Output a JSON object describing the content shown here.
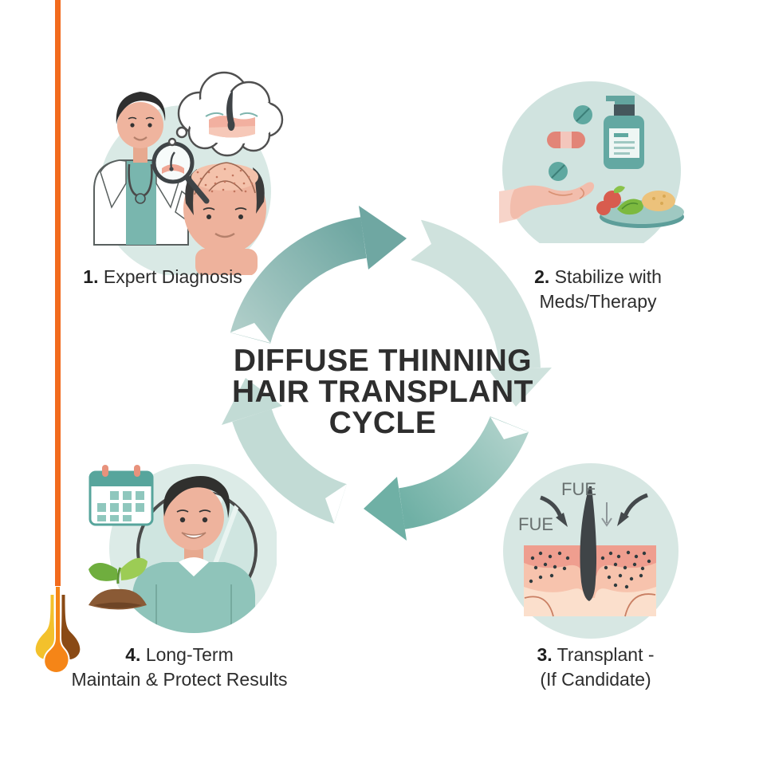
{
  "page": {
    "background": "#ffffff"
  },
  "accent": {
    "line_color": "#f26b1d"
  },
  "logo": {
    "name": "hair-follicle-logo",
    "yellow": "#f3c12c",
    "brown": "#8a4a15",
    "orange": "#f58517"
  },
  "cycle": {
    "title_lines": [
      "DIFFUSE THINNING",
      "HAIR TRANSPLANT",
      "CYCLE"
    ],
    "direction": "clockwise",
    "arc_colors": {
      "top_left": "#76aca6",
      "right": "#cfe2dd",
      "bottom": "#79b2a8",
      "left": "#c2dbd5"
    }
  },
  "steps": [
    {
      "number": "1.",
      "lines": [
        "Expert Diagnosis"
      ],
      "illustration": "doctor-examining-scalp-with-magnifier-and-follicle-thought-bubble"
    },
    {
      "number": "2.",
      "lines": [
        "Stabilize with",
        "Meds/Therapy"
      ],
      "illustration": "hand-with-pills-medicine-bottle-and-healthy-food-plate"
    },
    {
      "number": "3.",
      "lines": [
        "Transplant -",
        "(If Candidate)"
      ],
      "illustration": "skin-cross-section-hair-follicle-fue-extraction-arrows"
    },
    {
      "number": "4.",
      "lines": [
        "Long-Term",
        "Maintain & Protect Results"
      ],
      "illustration": "man-with-restored-hair-mirror-calendar-and-growing-plant"
    }
  ],
  "fue": {
    "top": "FUE",
    "left": "FUE"
  },
  "illustration_bg_circle": "#d6e7e3",
  "text_color": "#2d2d2d"
}
